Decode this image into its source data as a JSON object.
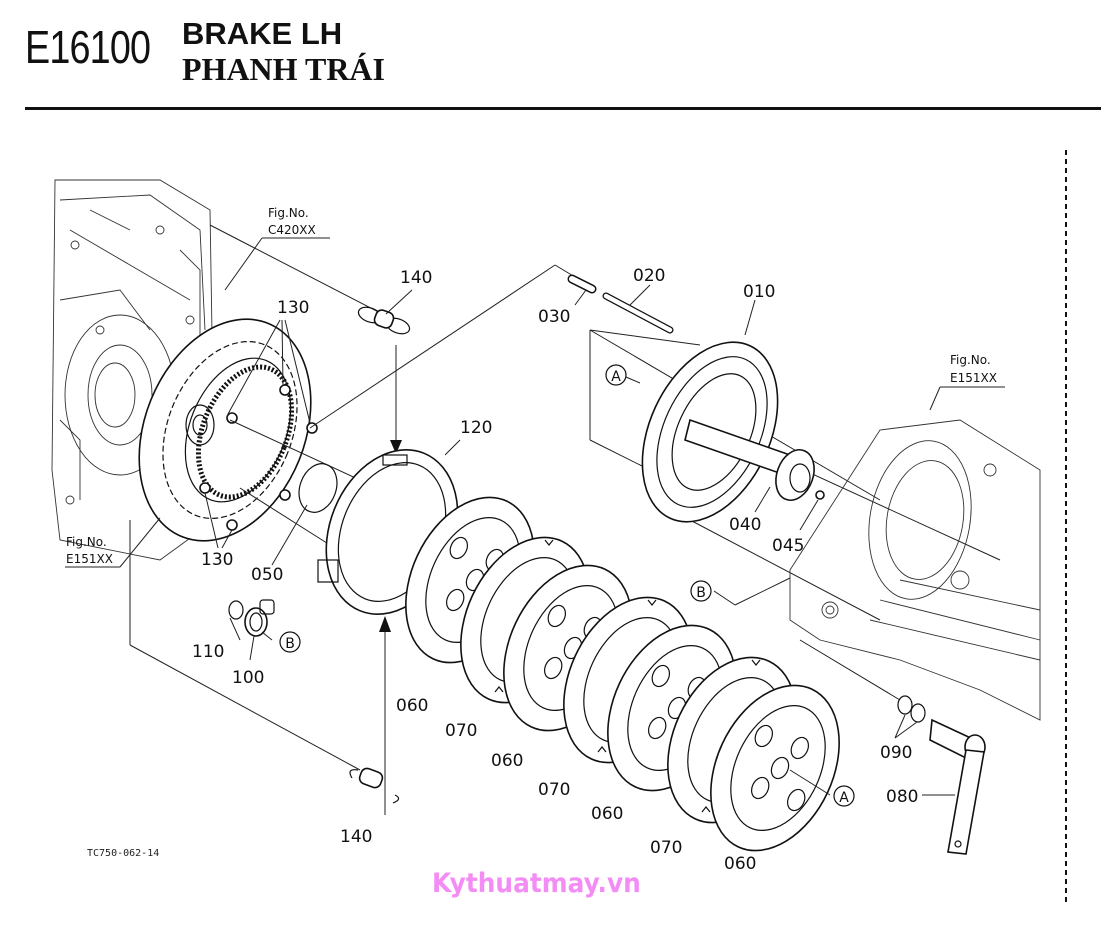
{
  "header": {
    "section_code": "E16100",
    "title_en": "BRAKE LH",
    "title_vi": "PHANH TRÁI"
  },
  "figure_refs": [
    {
      "label": "Fig.No.",
      "code": "C420XX"
    },
    {
      "label": "Fig.No.",
      "code": "E151XX"
    },
    {
      "label": "Fig.No.",
      "code": "E151XX"
    }
  ],
  "part_labels": {
    "p010": "010",
    "p020": "020",
    "p030": "030",
    "p040": "040",
    "p045": "045",
    "p050": "050",
    "p060": [
      "060",
      "060",
      "060",
      "060"
    ],
    "p070": [
      "070",
      "070",
      "070"
    ],
    "p080": "080",
    "p090": "090",
    "p100": "100",
    "p110": "110",
    "p120": "120",
    "p130": [
      "130",
      "130"
    ],
    "p140": [
      "140",
      "140"
    ]
  },
  "callouts": {
    "a": "A",
    "b": "B"
  },
  "drawing_code": "TC750-062-14",
  "watermark": "Kythuatmay.vn"
}
